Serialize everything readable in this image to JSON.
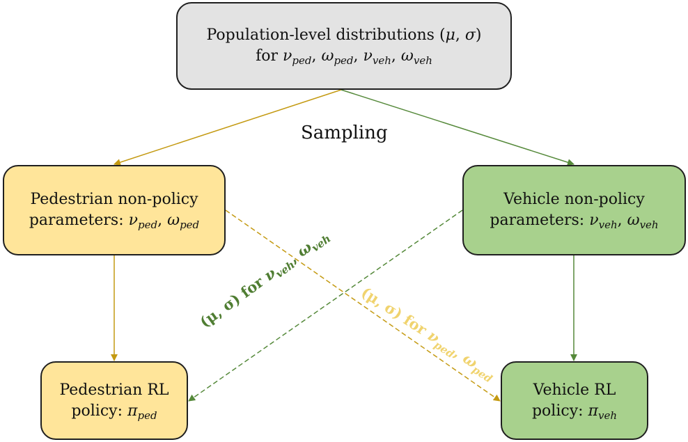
{
  "colors": {
    "top_box": "#e3e3e3",
    "pedestrian": "#ffe59a",
    "vehicle": "#a8d18d",
    "pedestrian_arrow": "#c49a12",
    "vehicle_arrow": "#55893a",
    "vehicle_label": "#4f7d32",
    "pedestrian_label": "#f0d36e"
  },
  "top_box": {
    "line1_text": "Population-level distributions (",
    "line1_mu": "μ",
    "line1_comma": ", ",
    "line1_sigma": "σ",
    "line1_close": ")",
    "line2_for": "for ",
    "nu": "ν",
    "omega": "ω",
    "sub_ped": "ped",
    "sub_veh": "veh",
    "sep": ", "
  },
  "sampling_label": "Sampling",
  "pedestrian_box": {
    "line1": "Pedestrian non-policy",
    "line2_prefix": "parameters: ",
    "nu": "ν",
    "omega": "ω",
    "sub": "ped",
    "sep": ", "
  },
  "vehicle_box": {
    "line1": "Vehicle non-policy",
    "line2_prefix": "parameters: ",
    "nu": "ν",
    "omega": "ω",
    "sub": "veh",
    "sep": ", "
  },
  "pedestrian_rl_box": {
    "line1": "Pedestrian RL",
    "line2_prefix": "policy: ",
    "pi": "π",
    "sub": "ped"
  },
  "vehicle_rl_box": {
    "line1": "Vehicle RL",
    "line2_prefix": "policy: ",
    "pi": "π",
    "sub": "veh"
  },
  "cross_label_vehicle": {
    "prefix": "(μ, σ) for ",
    "nu": "ν",
    "sub1": "veh",
    "sep": ", ",
    "omega": "ω",
    "sub2": "veh"
  },
  "cross_label_pedestrian": {
    "prefix": "(μ, σ) for ",
    "nu": "ν",
    "sub1": "ped",
    "sep": ", ",
    "omega": "ω",
    "sub2": "ped"
  }
}
